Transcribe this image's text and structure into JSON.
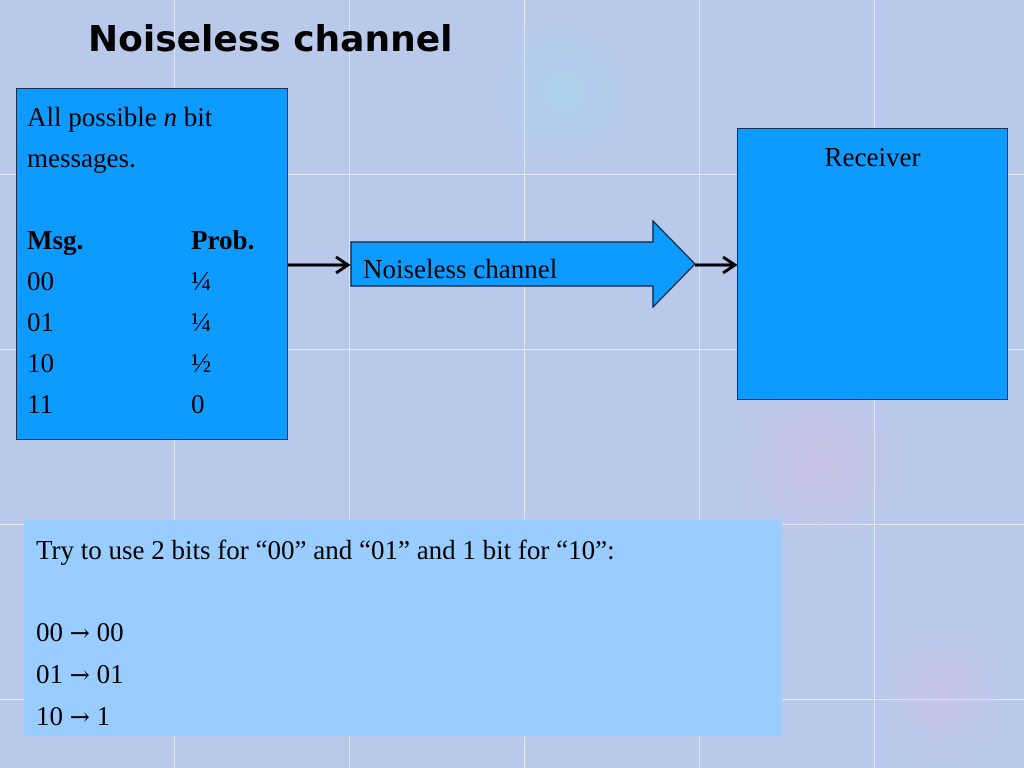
{
  "slide": {
    "title": "Noiseless channel"
  },
  "sender": {
    "caption_before": "All possible ",
    "caption_var": "n",
    "caption_after": " bit messages.",
    "table": {
      "headers": [
        "Msg.",
        "Prob."
      ],
      "rows": [
        {
          "msg": "00",
          "prob": "¼"
        },
        {
          "msg": "01",
          "prob": "¼"
        },
        {
          "msg": "10",
          "prob": "½"
        },
        {
          "msg": "11",
          "prob": "0"
        }
      ]
    }
  },
  "channel": {
    "label": "Noiseless channel"
  },
  "receiver": {
    "label": "Receiver"
  },
  "note": {
    "intro": "Try to use 2 bits for “00” and “01” and 1 bit for “10”:",
    "mappings": [
      {
        "from": "00",
        "arrow": "→",
        "to": "00"
      },
      {
        "from": "01",
        "arrow": "→",
        "to": "01"
      },
      {
        "from": "10",
        "arrow": "→",
        "to": "1"
      }
    ]
  },
  "colors": {
    "box_fill": "#0d9bff",
    "note_fill": "#99ccff",
    "border": "#1b2f4d",
    "background": "#b9c9ea"
  }
}
